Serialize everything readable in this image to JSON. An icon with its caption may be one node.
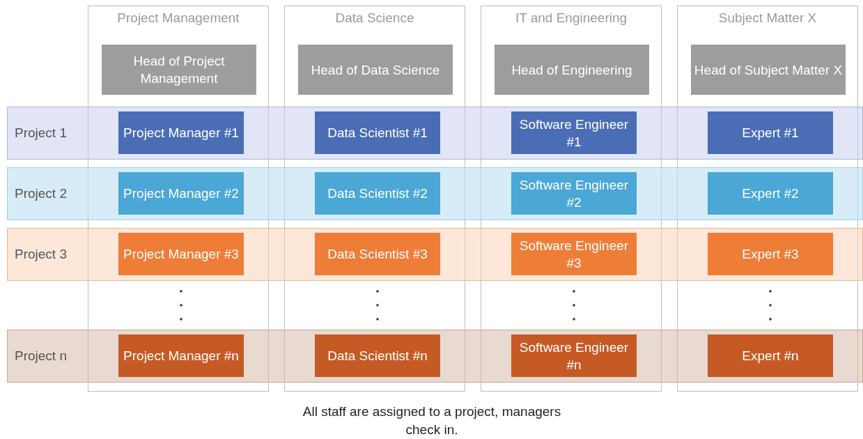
{
  "diagram": {
    "caption": "All staff are assigned to a project, managers check in.",
    "nodes": [
      {
        "text": [
          "Project Management"
        ]
      },
      {
        "text": [
          "Data Science"
        ]
      },
      {
        "text": [
          "IT and Engineering"
        ]
      },
      {
        "text": [
          "Subject Matter X"
        ]
      },
      {
        "text": [
          "Head of Project Management"
        ],
        "in": 0
      },
      {
        "text": [
          "Head of Data Science"
        ],
        "in": 1
      },
      {
        "text": [
          "Head of Engineering"
        ],
        "in": 2
      },
      {
        "text": [
          "Head of Subject Matter X"
        ],
        "in": 3
      },
      {
        "text": [
          "Project 1"
        ]
      },
      {
        "text": [
          "Project Manager #1"
        ]
      },
      {
        "text": [
          "Data Scientist #1"
        ]
      },
      {
        "text": [
          "Software Engineer #1"
        ]
      },
      {
        "text": [
          "Expert #1"
        ]
      },
      {
        "text": [
          "Project 2"
        ]
      },
      {
        "text": [
          "Project Manager #2"
        ]
      },
      {
        "text": [
          "Data Scientist #2"
        ]
      },
      {
        "text": [
          "Software Engineer #2"
        ]
      },
      {
        "text": [
          "Expert #2"
        ]
      },
      {
        "text": [
          "Project 3"
        ]
      },
      {
        "text": [
          "Project Manager #3"
        ]
      },
      {
        "text": [
          "Data Scientist #3"
        ]
      },
      {
        "text": [
          "Software Engineer #3"
        ]
      },
      {
        "text": [
          "Expert #3"
        ]
      },
      {
        "text": [
          "Project n"
        ]
      },
      {
        "text": [
          "Project Manager #n"
        ]
      },
      {
        "text": [
          "Data Scientist #n"
        ]
      },
      {
        "text": [
          "Software Engineer #n"
        ]
      },
      {
        "text": [
          "Expert #n"
        ]
      }
    ],
    "edges": []
  }
}
